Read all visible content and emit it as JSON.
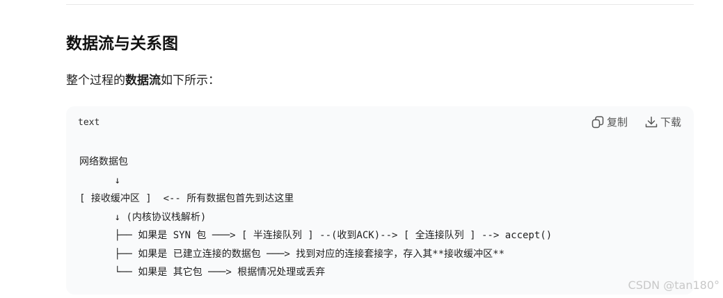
{
  "section": {
    "heading": "数据流与关系图",
    "intro_before": "整个过程的",
    "intro_bold": "数据流",
    "intro_after": "如下所示："
  },
  "code_block": {
    "language": "text",
    "copy_label": "复制",
    "download_label": "下载",
    "copy_icon": "copy-icon",
    "download_icon": "download-icon",
    "lines": [
      "网络数据包",
      "      ↓",
      "[ 接收缓冲区 ]  <-- 所有数据包首先到达这里",
      "      ↓ (内核协议栈解析)",
      "      ├── 如果是 SYN 包 ───> [ 半连接队列 ] --(收到ACK)--> [ 全连接队列 ] --> accept()",
      "      ├── 如果是 已建立连接的数据包 ───> 找到对应的连接套接字，存入其**接收缓冲区**",
      "      └── 如果是 其它包 ───> 根据情况处理或丢弃"
    ]
  },
  "watermark": "CSDN @tan180°"
}
